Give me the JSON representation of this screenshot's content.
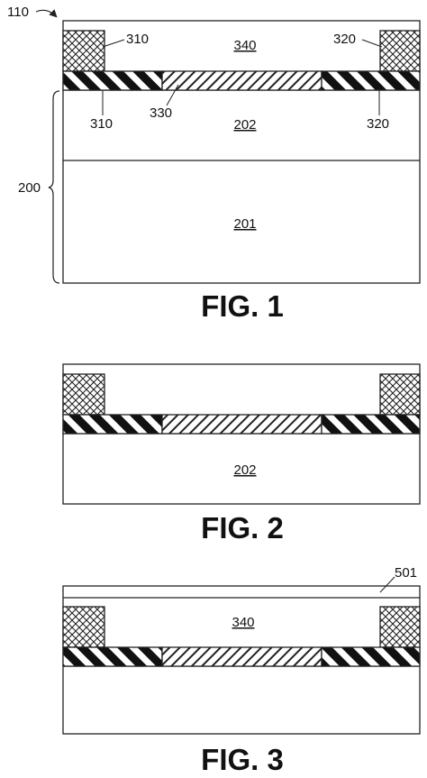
{
  "figures": [
    {
      "caption": "FIG. 1",
      "labels": {
        "assembly": "110",
        "substrate_stack": "200",
        "base_layer": "201",
        "upper_layer": "202",
        "left_pad_top": "310",
        "left_pad_bottom": "310",
        "right_pad_top": "320",
        "right_pad_bottom": "320",
        "middle_region": "330",
        "gap_region": "340"
      }
    },
    {
      "caption": "FIG. 2",
      "labels": {
        "upper_layer": "202"
      }
    },
    {
      "caption": "FIG. 3",
      "labels": {
        "top_film": "501",
        "gap_region": "340"
      }
    }
  ]
}
